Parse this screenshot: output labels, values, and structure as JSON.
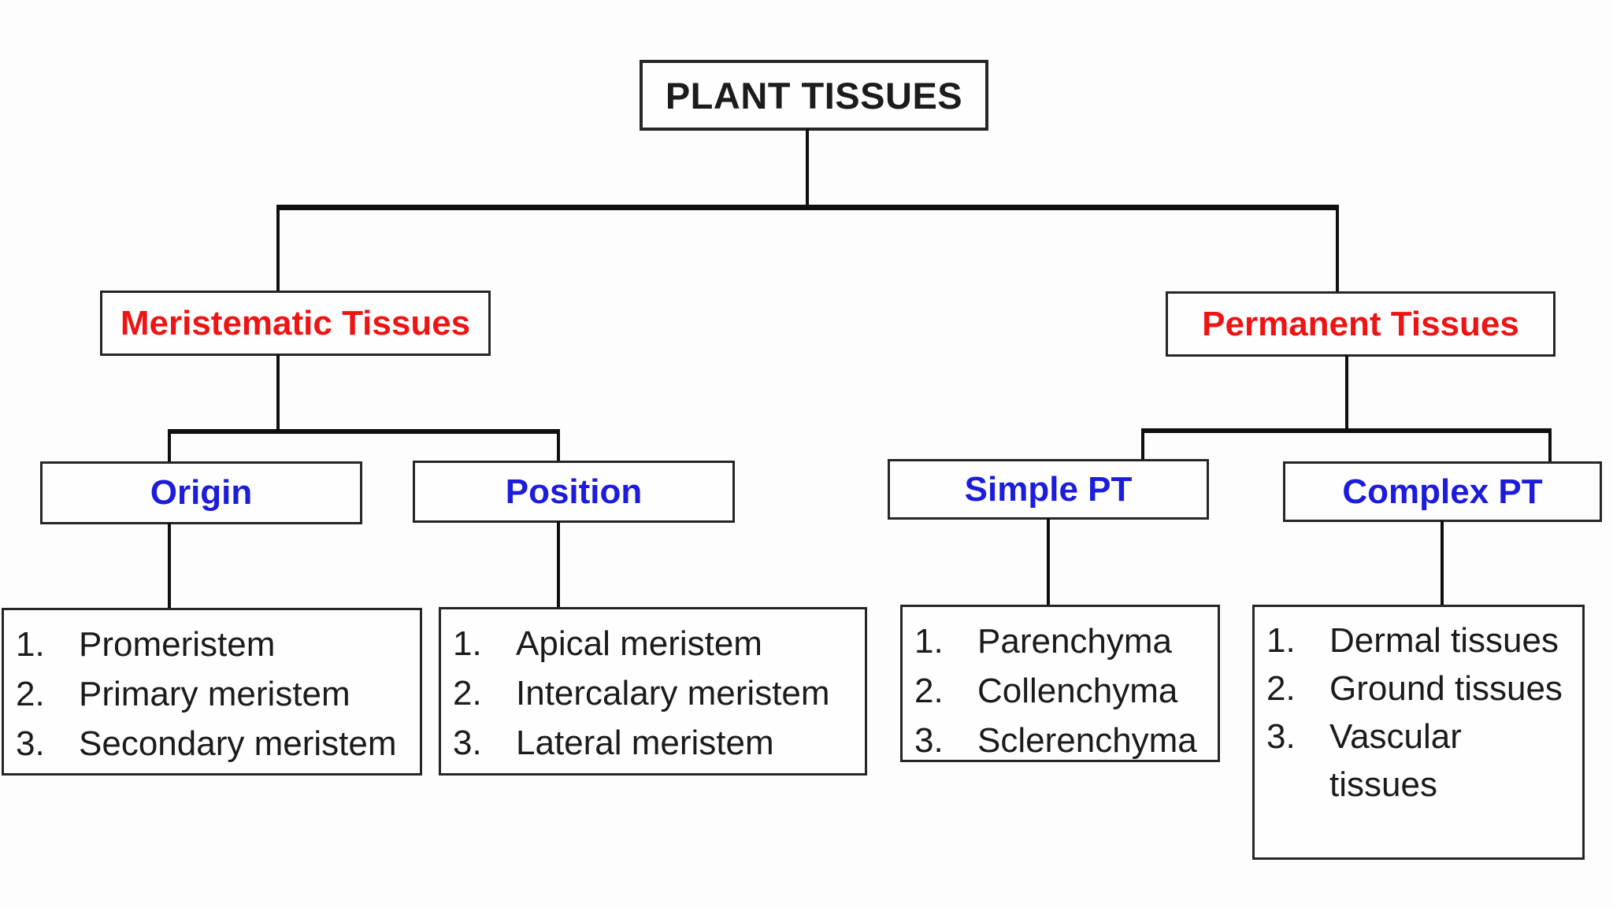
{
  "diagram": {
    "title": "PLANT TISSUES",
    "colors": {
      "branch_label": "#ee1414",
      "category_label": "#1c1cdb",
      "body_text": "#1b1b1b",
      "line": "#0f0f0f"
    },
    "branches": [
      {
        "label": "Meristematic Tissues",
        "children": [
          {
            "label": "Origin",
            "items": [
              {
                "num": "1.",
                "text": "Promeristem"
              },
              {
                "num": "2.",
                "text": "Primary meristem"
              },
              {
                "num": "3.",
                "text": "Secondary meristem"
              }
            ]
          },
          {
            "label": "Position",
            "items": [
              {
                "num": "1.",
                "text": "Apical meristem"
              },
              {
                "num": "2.",
                "text": "Intercalary meristem"
              },
              {
                "num": "3.",
                "text": "Lateral meristem"
              }
            ]
          }
        ]
      },
      {
        "label": "Permanent Tissues",
        "children": [
          {
            "label": "Simple PT",
            "items": [
              {
                "num": "1.",
                "text": "Parenchyma"
              },
              {
                "num": "2.",
                "text": "Collenchyma"
              },
              {
                "num": "3.",
                "text": "Sclerenchyma"
              }
            ]
          },
          {
            "label": "Complex PT",
            "items": [
              {
                "num": "1.",
                "text": "Dermal tissues"
              },
              {
                "num": "2.",
                "text": "Ground tissues"
              },
              {
                "num": "3.",
                "text": "Vascular\ntissues"
              }
            ]
          }
        ]
      }
    ]
  }
}
